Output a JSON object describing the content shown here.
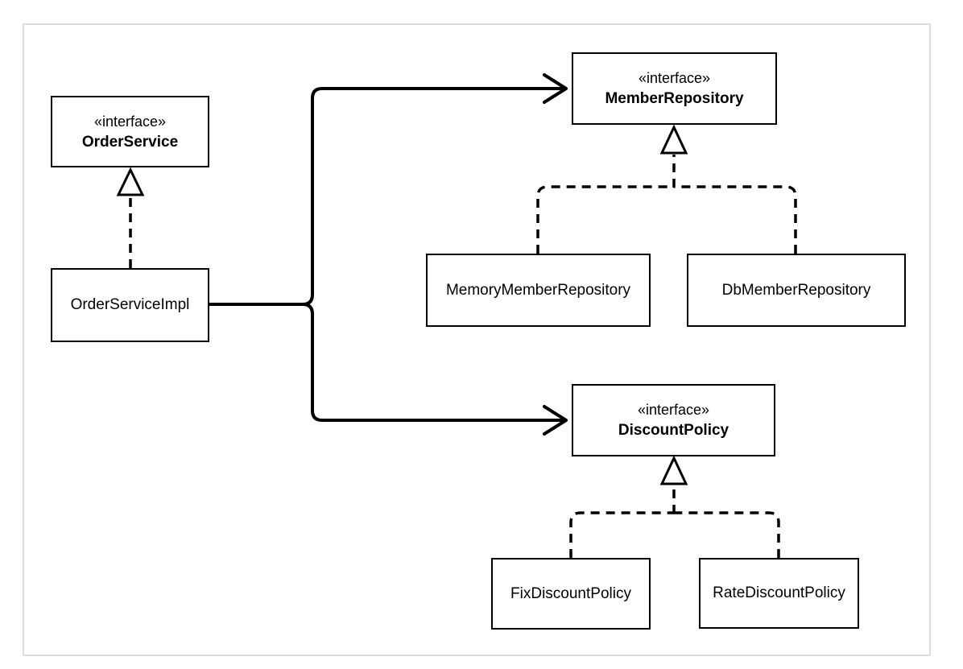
{
  "diagram": {
    "kind": "uml-class-diagram",
    "colors": {
      "line": "#000000",
      "node_background": "#ffffff",
      "frame_border": "#dcdcdc",
      "canvas_background": "#ffffff"
    },
    "nodes": {
      "order_service": {
        "stereotype": "«interface»",
        "name": "OrderService"
      },
      "order_service_impl": {
        "name": "OrderServiceImpl"
      },
      "member_repository": {
        "stereotype": "«interface»",
        "name": "MemberRepository"
      },
      "memory_member_repository": {
        "name": "MemoryMemberRepository"
      },
      "db_member_repository": {
        "name": "DbMemberRepository"
      },
      "discount_policy": {
        "stereotype": "«interface»",
        "name": "DiscountPolicy"
      },
      "fix_discount_policy": {
        "name": "FixDiscountPolicy"
      },
      "rate_discount_policy": {
        "name": "RateDiscountPolicy"
      }
    },
    "relationships": [
      {
        "type": "realization",
        "from": "OrderServiceImpl",
        "to": "OrderService",
        "line": "dashed",
        "head": "hollow-triangle"
      },
      {
        "type": "dependency",
        "from": "OrderServiceImpl",
        "to": "MemberRepository",
        "line": "solid",
        "head": "open-arrow"
      },
      {
        "type": "dependency",
        "from": "OrderServiceImpl",
        "to": "DiscountPolicy",
        "line": "solid",
        "head": "open-arrow"
      },
      {
        "type": "realization",
        "from": "MemoryMemberRepository",
        "to": "MemberRepository",
        "line": "dashed",
        "head": "hollow-triangle"
      },
      {
        "type": "realization",
        "from": "DbMemberRepository",
        "to": "MemberRepository",
        "line": "dashed",
        "head": "hollow-triangle"
      },
      {
        "type": "realization",
        "from": "FixDiscountPolicy",
        "to": "DiscountPolicy",
        "line": "dashed",
        "head": "hollow-triangle"
      },
      {
        "type": "realization",
        "from": "RateDiscountPolicy",
        "to": "DiscountPolicy",
        "line": "dashed",
        "head": "hollow-triangle"
      }
    ]
  }
}
